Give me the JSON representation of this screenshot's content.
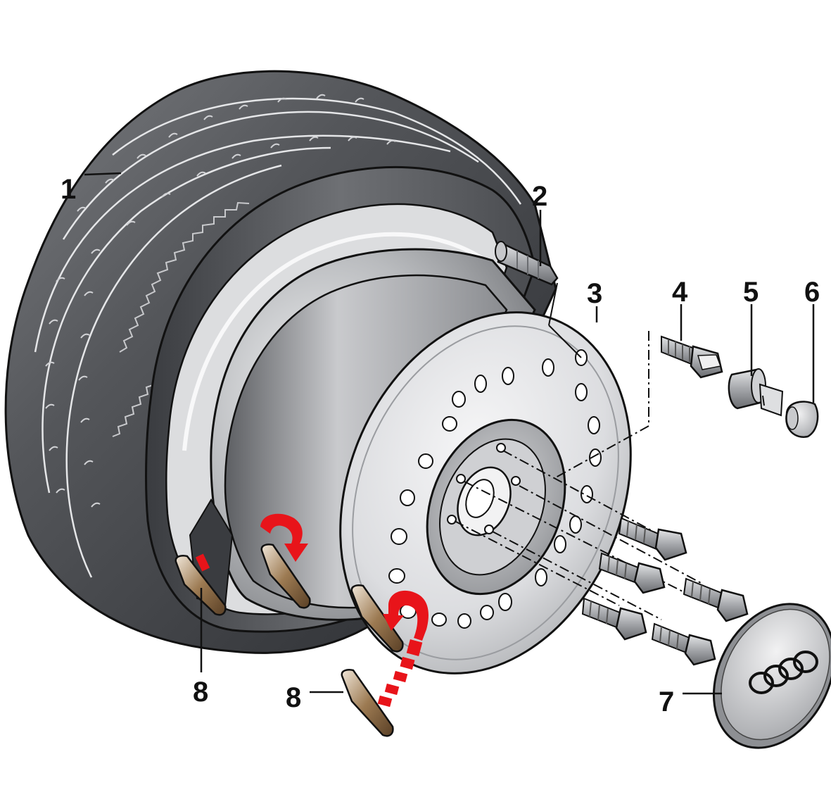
{
  "callouts": [
    {
      "id": "tire",
      "number": "1"
    },
    {
      "id": "valve",
      "number": "2"
    },
    {
      "id": "rim",
      "number": "3"
    },
    {
      "id": "wheel-bolt",
      "number": "4"
    },
    {
      "id": "anti-theft-bolt",
      "number": "5"
    },
    {
      "id": "bolt-cap",
      "number": "6"
    },
    {
      "id": "hub-cap",
      "number": "7"
    },
    {
      "id": "balance-weight-left",
      "number": "8"
    },
    {
      "id": "balance-weight-bottom",
      "number": "8"
    }
  ],
  "colors": {
    "tire_dark": "#4a4c50",
    "tire_mid": "#6a6c70",
    "rim_light": "#e6e7e9",
    "rim_shade": "#9a9ca0",
    "arrow_red": "#e8141a",
    "weight_bronze": "#8a6a46",
    "outline": "#111111"
  },
  "icons": {
    "hub_cap_logo": "four-rings-logo-icon",
    "rotate_arrow": "curved-arrow-icon"
  }
}
